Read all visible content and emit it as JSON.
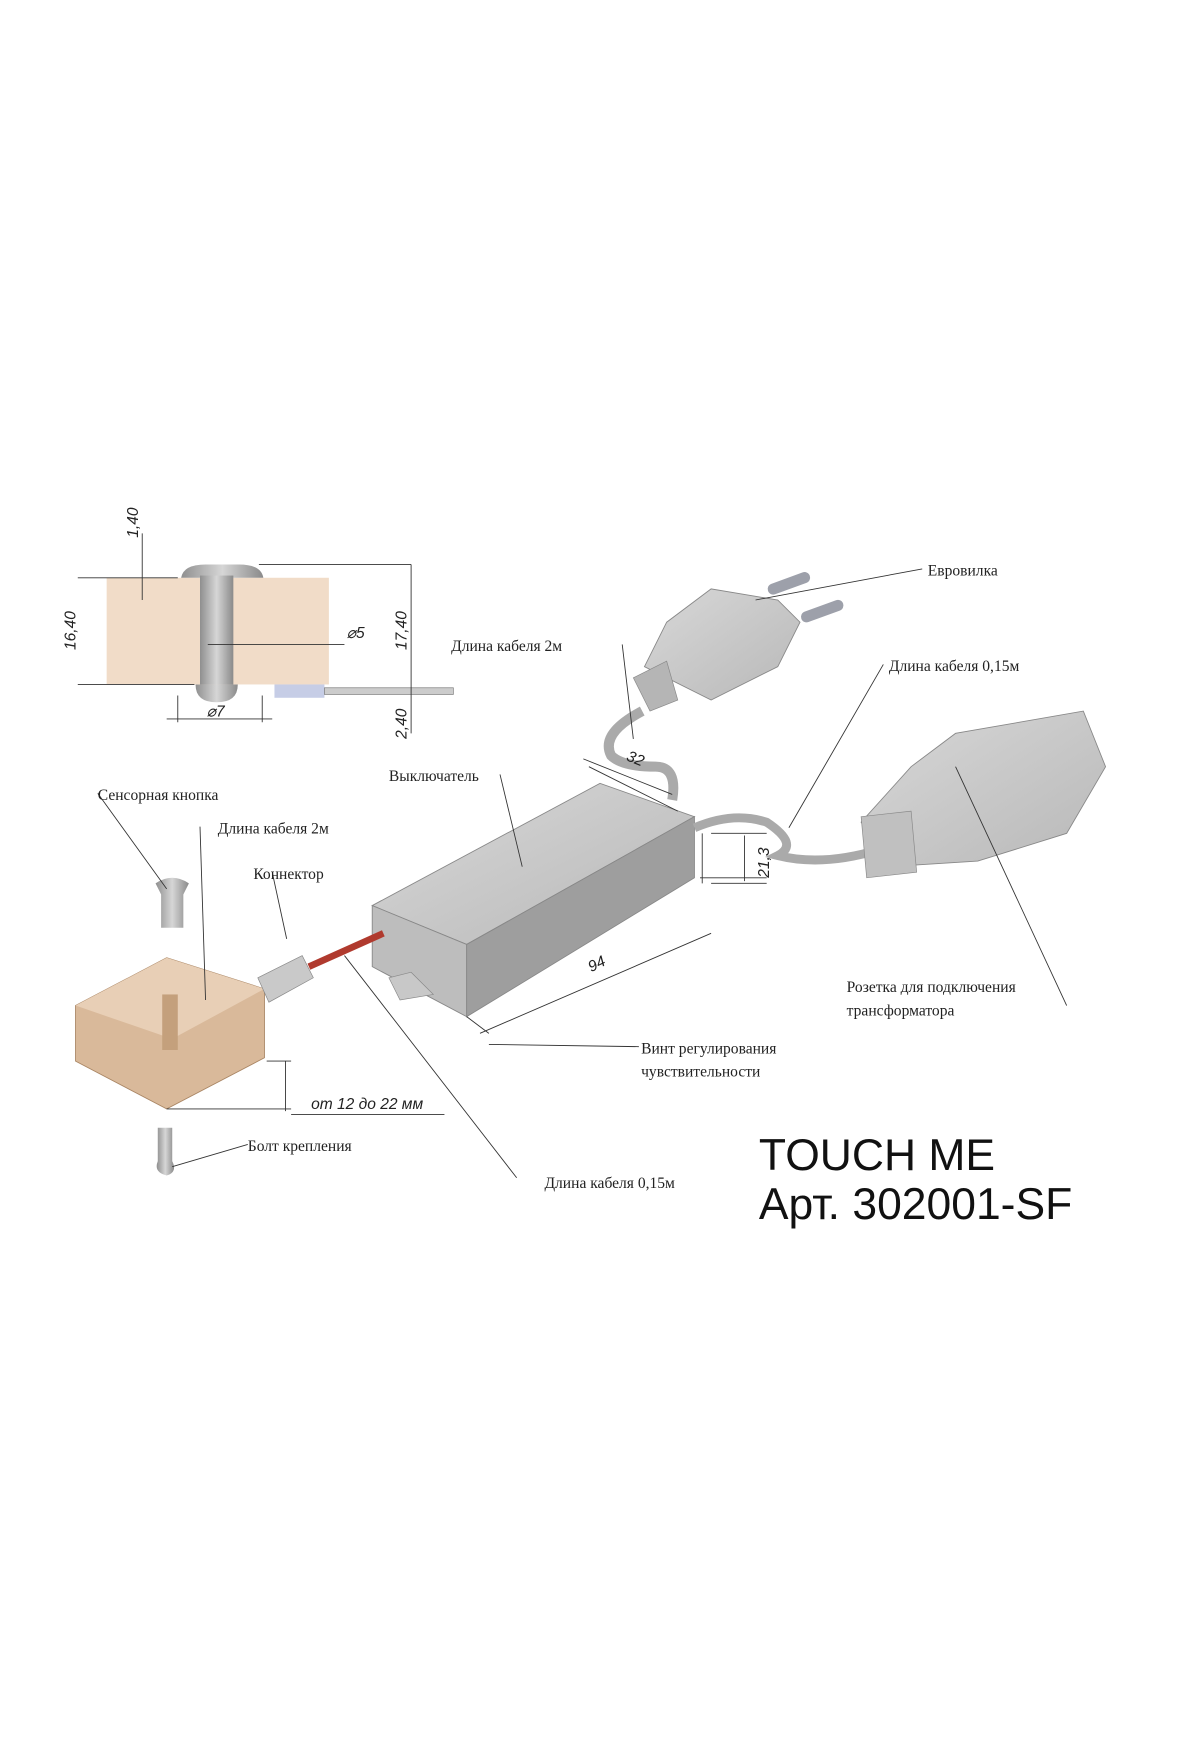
{
  "detail_dimensions": {
    "head_height": "1,40",
    "board_thickness": "16,40",
    "total_height": "17,40",
    "shaft_diameter": "⌀5",
    "head_diameter": "⌀7",
    "bottom_height": "2,40"
  },
  "labels": {
    "euro_plug": "Евровилка",
    "cable_2m_top": "Длина кабеля 2м",
    "cable_015_top": "Длина кабеля 0,15м",
    "switch": "Выключатель",
    "dim_32": "32",
    "dim_21_3": "21,3",
    "touch_button": "Сенсорная кнопка",
    "cable_2m_left": "Длина кабеля 2м",
    "connector": "Коннектор",
    "dim_94": "94",
    "socket_line1": "Розетка для подключения",
    "socket_line2": "трансформатора",
    "screw_line1": "Винт регулирования",
    "screw_line2": "чувствительности",
    "thickness_range": "от 12 до 22 мм",
    "mount_bolt": "Болт крепления",
    "cable_015_bottom": "Длина кабеля 0,15м"
  },
  "product": {
    "name": "TOUCH ME",
    "article": "Арт. 302001-SF"
  },
  "colors": {
    "wood": "#f0d9c4",
    "wood_dark": "#c9a27e",
    "metal": "#a9a9a9",
    "cable_red": "#b03a2e"
  }
}
